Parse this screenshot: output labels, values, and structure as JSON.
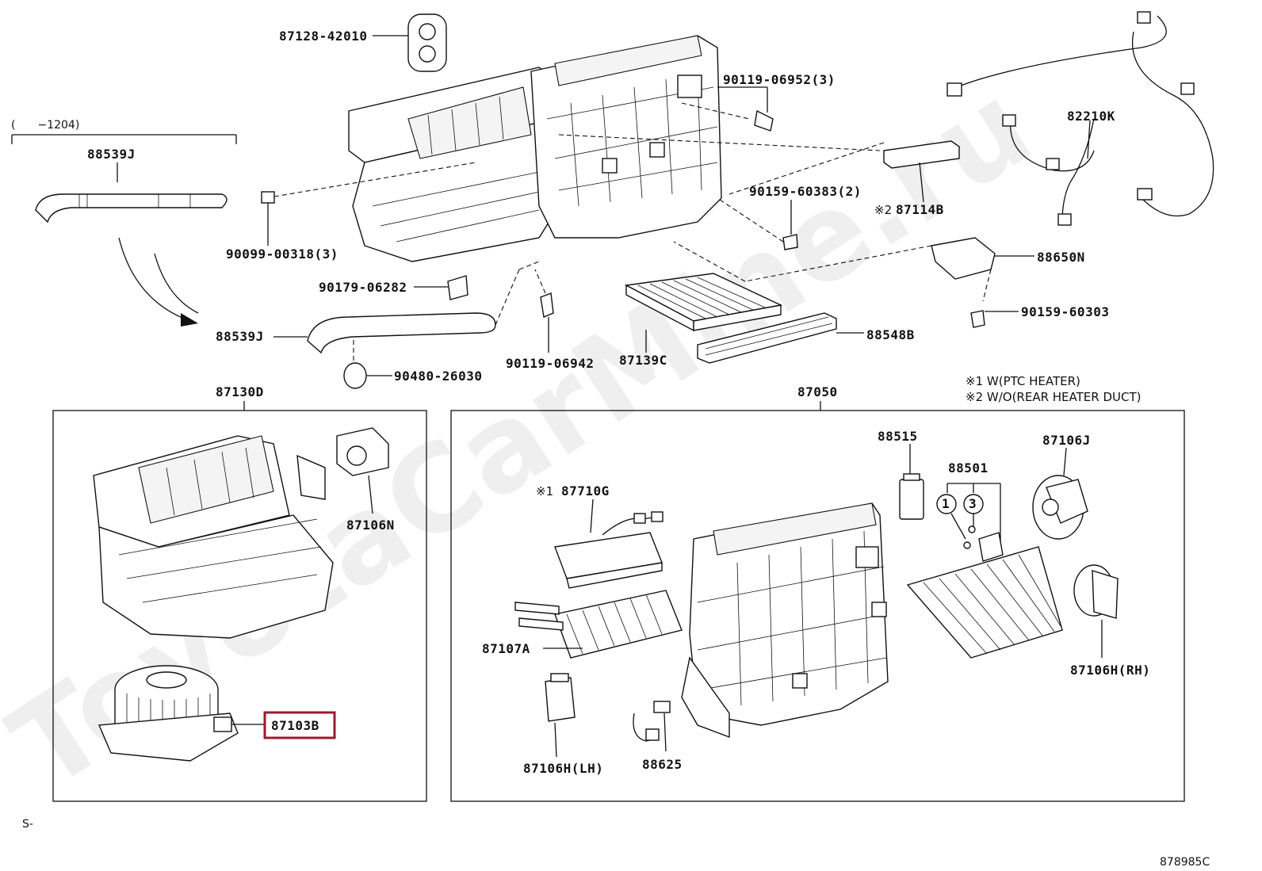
{
  "watermark": "ToyotaCarMine.ru",
  "range_label": "(　　−1204)",
  "notes": {
    "note1": "※1 W(PTC HEATER)",
    "note2": "※2 W/O(REAR HEATER DUCT)"
  },
  "corner_left": "S-",
  "corner_right": "878985C",
  "parts": {
    "p87128": "87128-42010",
    "p90119_06952": "90119-06952(3)",
    "p82210K": "82210K",
    "p88539J_top": "88539J",
    "p90099": "90099-00318(3)",
    "p90159_60383": "90159-60383(2)",
    "p87114B": "87114B",
    "p87114B_mark": "※2",
    "p88650N": "88650N",
    "p90179": "90179-06282",
    "p90159_60303": "90159-60303",
    "p88539J_bottom": "88539J",
    "p88548B": "88548B",
    "p90480": "90480-26030",
    "p90119_06942": "90119-06942",
    "p87139C": "87139C",
    "p87130D": "87130D",
    "p87050": "87050",
    "p87106N": "87106N",
    "p87103B": "87103B",
    "p88515": "88515",
    "p87106J": "87106J",
    "p88501": "88501",
    "p87710G": "87710G",
    "p87710G_mark": "※1",
    "circle1": "1",
    "circle3": "3",
    "p87107A": "87107A",
    "p87106H_RH": "87106H(RH)",
    "p87106H_LH": "87106H(LH)",
    "p88625": "88625"
  },
  "colors": {
    "highlight": "#9b1b30",
    "line": "#111111"
  }
}
